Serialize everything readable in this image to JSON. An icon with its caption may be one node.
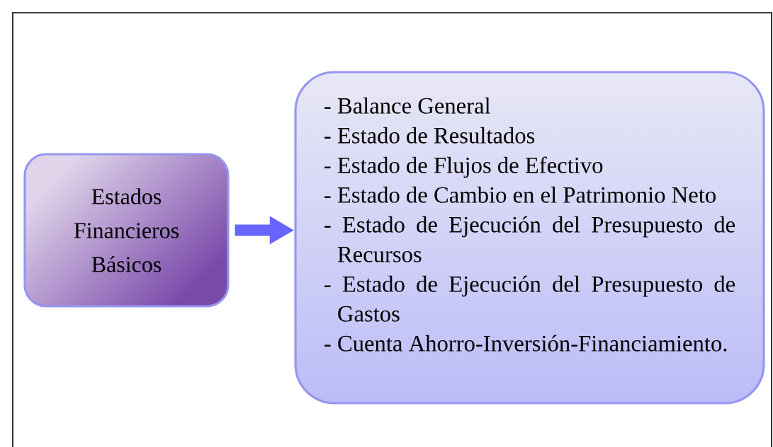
{
  "diagram": {
    "nodes": [
      {
        "text": [
          "Estados Financieros Básicos"
        ]
      },
      {
        "text": [
          "- Balance General",
          "- Estado de Resultados",
          "- Estado de Flujos de Efectivo",
          "- Estado de Cambio en el Patrimonio Neto",
          "- Estado de Ejecución del Presupuesto de Recursos",
          "- Estado de Ejecución del Presupuesto de Gastos",
          "- Cuenta Ahorro-Inversión-Financiamiento."
        ]
      }
    ],
    "edges": [
      {
        "from": 0,
        "to": 1,
        "arrow": "to"
      }
    ]
  }
}
